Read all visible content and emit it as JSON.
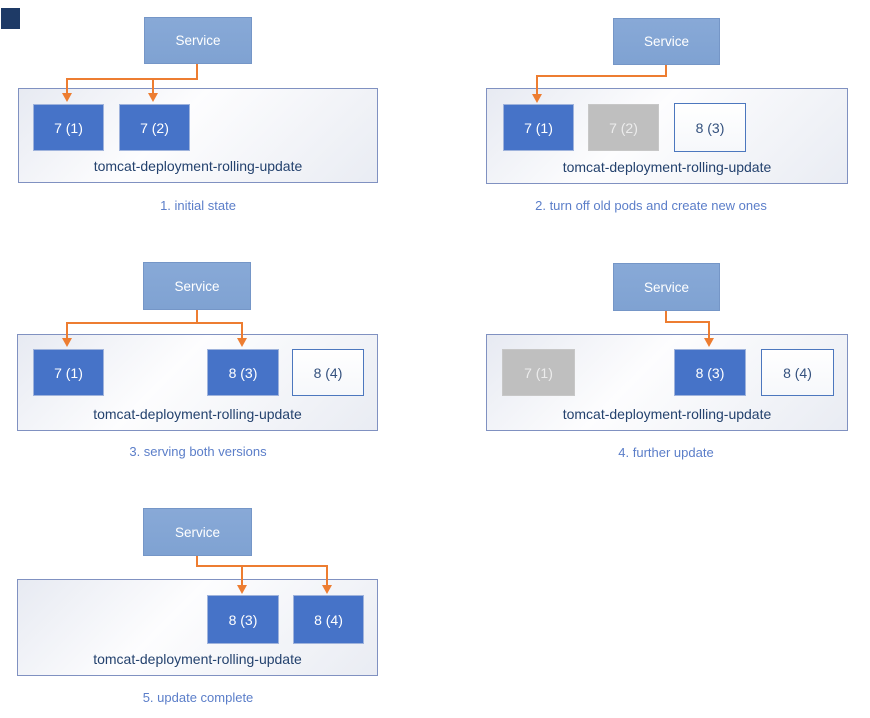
{
  "colors": {
    "service_fill": "#82A4D3",
    "pod_active_fill": "#4673C8",
    "pod_terminated_fill": "#BFBFBF",
    "pod_new_border": "#4C77BE",
    "container_border": "#8091C1",
    "deployment_label_text": "#24426E",
    "caption_text": "#5B7EC9",
    "arrow": "#ED7D31",
    "corner_artifact": "#1E3A66"
  },
  "panels": [
    {
      "service_label": "Service",
      "deployment_label": "tomcat-deployment-rolling-update",
      "caption": "1. initial state",
      "pods": [
        {
          "label": "7 (1)",
          "state": "active"
        },
        {
          "label": "7 (2)",
          "state": "active"
        }
      ]
    },
    {
      "service_label": "Service",
      "deployment_label": "tomcat-deployment-rolling-update",
      "caption": "2. turn off old pods and create new ones",
      "pods": [
        {
          "label": "7 (1)",
          "state": "active"
        },
        {
          "label": "7 (2)",
          "state": "terminated"
        },
        {
          "label": "8 (3)",
          "state": "new"
        }
      ]
    },
    {
      "service_label": "Service",
      "deployment_label": "tomcat-deployment-rolling-update",
      "caption": "3. serving both versions",
      "pods": [
        {
          "label": "7 (1)",
          "state": "active"
        },
        {
          "label": "8 (3)",
          "state": "active"
        },
        {
          "label": "8 (4)",
          "state": "new"
        }
      ]
    },
    {
      "service_label": "Service",
      "deployment_label": "tomcat-deployment-rolling-update",
      "caption": "4. further update",
      "pods": [
        {
          "label": "7 (1)",
          "state": "terminated"
        },
        {
          "label": "8 (3)",
          "state": "active"
        },
        {
          "label": "8 (4)",
          "state": "new"
        }
      ]
    },
    {
      "service_label": "Service",
      "deployment_label": "tomcat-deployment-rolling-update",
      "caption": "5. update complete",
      "pods": [
        {
          "label": "8 (3)",
          "state": "active"
        },
        {
          "label": "8 (4)",
          "state": "active"
        }
      ]
    }
  ]
}
